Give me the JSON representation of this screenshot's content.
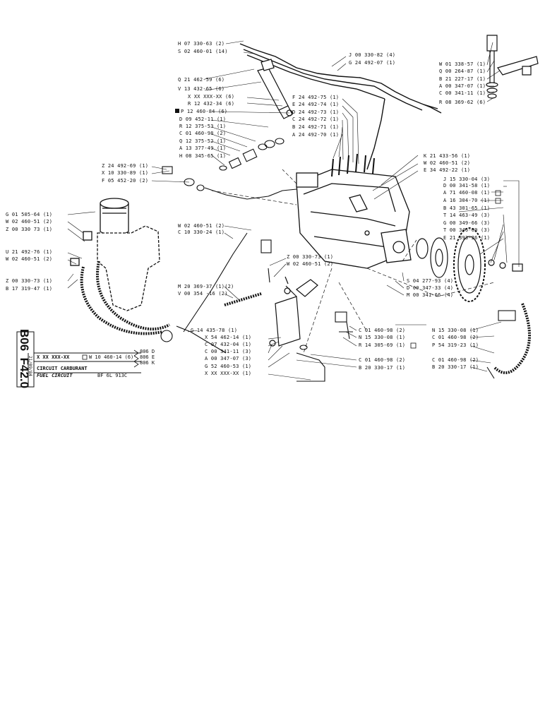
{
  "sheet": {
    "code_main": "B06",
    "code_sub": "F42.0",
    "date": "21/09/84",
    "ref_pattern": "X XX XXX-XX",
    "title_fr": "CIRCUIT CARBURANT",
    "title_en": "FUEL CIRCUIT",
    "model": "BF 6L 913C",
    "variant_box_label": "W 10 460-14 (6)",
    "variant_refs": [
      "806 D",
      "806 E",
      "806 K"
    ]
  },
  "callouts": [
    {
      "id": "H07",
      "text": "H 07 330-63 (2)"
    },
    {
      "id": "S02",
      "text": "S 02 460-01 (14)"
    },
    {
      "id": "Q21",
      "text": "Q 21 462-59 (6)"
    },
    {
      "id": "V13",
      "text": "V 13 432-65 (6)"
    },
    {
      "id": "Xxx1",
      "text": "X XX XXX-XX (6)"
    },
    {
      "id": "R12a",
      "text": "R 12 432-34 (6)"
    },
    {
      "id": "P12",
      "text": "P 12 460-84 (6)"
    },
    {
      "id": "D09",
      "text": "D 09 452-11 (1)"
    },
    {
      "id": "R12b",
      "text": "R 12 375-53 (1)"
    },
    {
      "id": "C01a",
      "text": "C 01 460-98 (2)"
    },
    {
      "id": "Q12",
      "text": "Q 12 375-52 (1)"
    },
    {
      "id": "A13",
      "text": "A 13 377-49 (1)"
    },
    {
      "id": "H08",
      "text": "H 08 345-65 (1)"
    },
    {
      "id": "J00",
      "text": "J 00 330-82 (4)"
    },
    {
      "id": "G24",
      "text": "G 24 492-07 (1)"
    },
    {
      "id": "F24",
      "text": "F 24 492-75 (1)"
    },
    {
      "id": "E24",
      "text": "E 24 492-74 (1)"
    },
    {
      "id": "D24",
      "text": "D 24 492-73 (1)"
    },
    {
      "id": "C24",
      "text": "C 24 492-72 (1)"
    },
    {
      "id": "B24",
      "text": "B 24 492-71 (1)"
    },
    {
      "id": "A24",
      "text": "A 24 492-70 (1)"
    },
    {
      "id": "W01",
      "text": "W 01 338-57 (1)"
    },
    {
      "id": "Q00",
      "text": "Q 00 264-87 (1)"
    },
    {
      "id": "B21",
      "text": "B 21 227-17 (1)"
    },
    {
      "id": "A00a",
      "text": "A 00 347-07 (1)"
    },
    {
      "id": "C00a",
      "text": "C 00 341-11 (1)"
    },
    {
      "id": "R08",
      "text": "R 08 369-62 (6)"
    },
    {
      "id": "Z24",
      "text": "Z 24 492-69 (1)"
    },
    {
      "id": "X10",
      "text": "X 10 330-89 (1)"
    },
    {
      "id": "F05",
      "text": "F 05 452-20 (2)"
    },
    {
      "id": "K21",
      "text": "K 21 433-56 (1)"
    },
    {
      "id": "W02a",
      "text": "W 02 460-51 (2)"
    },
    {
      "id": "E34",
      "text": "E 34 492-22 (1)"
    },
    {
      "id": "J15",
      "text": "J 15 330-04 (3)"
    },
    {
      "id": "D00a",
      "text": "D 00 341-58 (1)"
    },
    {
      "id": "A71",
      "text": "A 71 460-08 (1)"
    },
    {
      "id": "A16",
      "text": "A 16 304-70 (1)"
    },
    {
      "id": "B43",
      "text": "B 43 301-65 (1)"
    },
    {
      "id": "T14",
      "text": "T 14 463-49 (3)"
    },
    {
      "id": "G00",
      "text": "G 00 349-66 (3)"
    },
    {
      "id": "T00",
      "text": "T 00 346-09 (3)"
    },
    {
      "id": "E21",
      "text": "E 21 393-26 (1)"
    },
    {
      "id": "G01",
      "text": "G 01 505-64 (1)"
    },
    {
      "id": "W02b",
      "text": "W 02 460-51 (2)"
    },
    {
      "id": "Z00a",
      "text": "Z 00 330 73 (1)"
    },
    {
      "id": "W02c",
      "text": "W 02 460-51 (2)"
    },
    {
      "id": "C10",
      "text": "C 10 330-24 (1)"
    },
    {
      "id": "U21",
      "text": "U 21 492-76 (1)"
    },
    {
      "id": "W02d",
      "text": "W 02 460-51 (2)"
    },
    {
      "id": "Z00b",
      "text": "Z 00 330-73 (1)"
    },
    {
      "id": "B17",
      "text": "B 17 319-47 (1)"
    },
    {
      "id": "Z00c",
      "text": "Z 00 330-73 (1)"
    },
    {
      "id": "W02e",
      "text": "W 02 460-51 (2)"
    },
    {
      "id": "S04",
      "text": "S 04 277-93 (4)"
    },
    {
      "id": "D00b",
      "text": "D 00 347-33 (4)"
    },
    {
      "id": "M00",
      "text": "M 00 341-66 (4)"
    },
    {
      "id": "M20",
      "text": "M 20 369-37 (1)(2)"
    },
    {
      "id": "V00",
      "text": "V 00 354 -16 (2)"
    },
    {
      "id": "G14",
      "text": "G 14 435-78 (1)"
    },
    {
      "id": "X54",
      "text": "X 54 462-14 (1)"
    },
    {
      "id": "C07",
      "text": "C 07 432-04 (1)"
    },
    {
      "id": "C00b",
      "text": "C 00 341-11 (3)"
    },
    {
      "id": "A00b",
      "text": "A 00 347-07 (3)"
    },
    {
      "id": "G52",
      "text": "G 52 460-53 (1)"
    },
    {
      "id": "Xxx2",
      "text": "X XX XXX-XX (1)"
    },
    {
      "id": "C01b",
      "text": "C 01 460-98 (2)"
    },
    {
      "id": "N15a",
      "text": "N 15 330-08 (1)"
    },
    {
      "id": "R14",
      "text": "R 14 305-69 (1)"
    },
    {
      "id": "C01c",
      "text": "C 01 460-98 (2)"
    },
    {
      "id": "B20a",
      "text": "B 20 330-17 (1)"
    },
    {
      "id": "N15b",
      "text": "N 15 330-08 (1)"
    },
    {
      "id": "C01d",
      "text": "C 01 460-98 (2)"
    },
    {
      "id": "P54",
      "text": "P 54 319-23 (1)"
    },
    {
      "id": "C01e",
      "text": "C 01 460-98 (2)"
    },
    {
      "id": "B20b",
      "text": "B 20 330-17 (1)"
    }
  ]
}
